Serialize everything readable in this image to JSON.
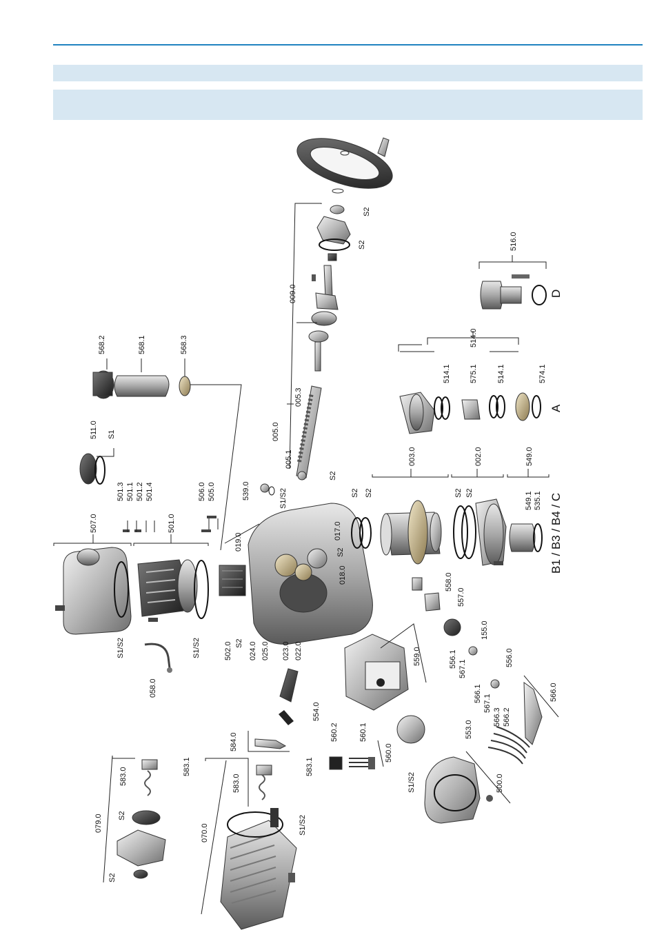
{
  "labels": {
    "p507_0": "507.0",
    "p501_0": "501.0",
    "p501_3": "501.3",
    "p501_1": "501.1",
    "p501_2": "501.2",
    "p501_4": "501.4",
    "p506_0": "506.0",
    "p505_0": "505.0",
    "p511_0": "511.0",
    "s1_a": "S1",
    "p568_2": "568.2",
    "p568_1": "568.1",
    "p568_3": "568.3",
    "p009_0": "009.0",
    "s2_a": "S2",
    "s2_b": "S2",
    "p005_0": "005.0",
    "p005_1": "005.1",
    "p005_3": "005.3",
    "s2_c": "S2",
    "p516_0": "516.0",
    "D": "D",
    "p514_0": "514.0",
    "p514_1a": "514.1",
    "p575_1": "575.1",
    "p514_1b": "514.1",
    "p574_1": "574.1",
    "A": "A",
    "p003_0": "003.0",
    "p002_0": "002.0",
    "p549_0": "549.0",
    "p549_1": "549.1",
    "p535_1": "535.1",
    "B": "B1 / B3 / B4 / C",
    "s2_d": "S2",
    "s2_e": "S2",
    "s2_f": "S2",
    "s2_g": "S2",
    "p539_0": "539.0",
    "s1s2_a": "S1/S2",
    "p019_0": "019.0",
    "p017_0": "017.0",
    "s2_h": "S2",
    "p018_0": "018.0",
    "p502_0": "502.0",
    "s2_i": "S2",
    "p024_0": "024.0",
    "p025_0": "025.0",
    "p023_0": "023.0",
    "p022_0": "022.0",
    "s1s2_b": "S1/S2",
    "s1s2_c": "S1/S2",
    "p058_0": "058.0",
    "p558_0": "558.0",
    "p557_0": "557.0",
    "p155_0": "155.0",
    "p556_0": "556.0",
    "p556_1": "556.1",
    "p567_1a": "567.1",
    "p559_0": "559.0",
    "p566_0": "566.0",
    "p566_1": "566.1",
    "p567_1b": "567.1",
    "p566_3": "566.3",
    "p566_2": "566.2",
    "p554_0": "554.0",
    "p553_0": "553.0",
    "p560_2": "560.2",
    "p560_1": "560.1",
    "p560_0": "560.0",
    "s1s2_d": "S1/S2",
    "p500_0": "500.0",
    "p584_0": "584.0",
    "p583_0a": "583.0",
    "p583_1a": "583.1",
    "p583_0b": "583.0",
    "p583_1b": "583.1",
    "p079_0": "079.0",
    "s2_j": "S2",
    "s2_k": "S2",
    "p070_0": "070.0",
    "s1s2_e": "S1/S2"
  }
}
